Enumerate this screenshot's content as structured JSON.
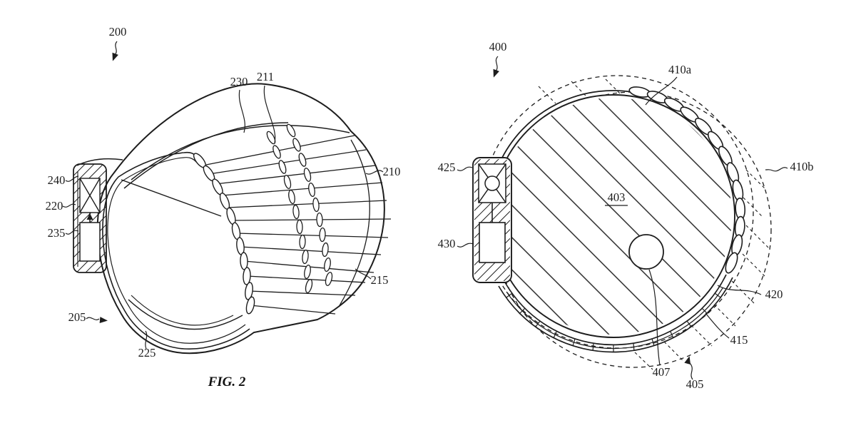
{
  "page": {
    "background": "#ffffff",
    "ink": "#1d1d1d"
  },
  "figure_left": {
    "caption": "FIG. 2",
    "refs": {
      "r200": "200",
      "r205": "205",
      "r210": "210",
      "r211": "211",
      "r215": "215",
      "r220": "220",
      "r225": "225",
      "r230": "230",
      "r235": "235",
      "r240": "240"
    }
  },
  "figure_right": {
    "refs": {
      "r400": "400",
      "r403": "403",
      "r405": "405",
      "r407": "407",
      "r410a": "410a",
      "r410b": "410b",
      "r415": "415",
      "r420": "420",
      "r425": "425",
      "r430": "430"
    }
  }
}
